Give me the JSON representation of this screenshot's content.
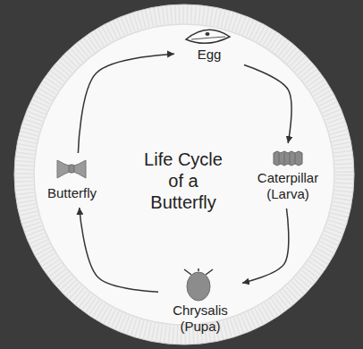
{
  "diagram": {
    "title": "Life Cycle of a Butterfly",
    "nodes": [
      {
        "text": [
          "Egg"
        ]
      },
      {
        "text": [
          "Caterpillar (Larva)"
        ]
      },
      {
        "text": [
          "Chrysalis (Pupa)"
        ]
      },
      {
        "text": [
          "Butterfly"
        ]
      }
    ],
    "edges": [
      {
        "from": 0,
        "to": 1,
        "arrow": "to"
      },
      {
        "from": 1,
        "to": 2,
        "arrow": "to"
      },
      {
        "from": 2,
        "to": 3,
        "arrow": "to"
      },
      {
        "from": 3,
        "to": 0,
        "arrow": "to"
      }
    ]
  }
}
